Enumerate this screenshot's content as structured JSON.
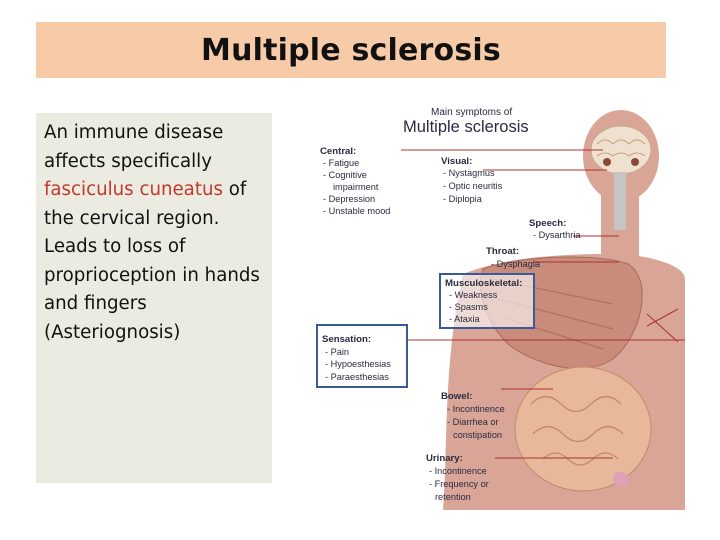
{
  "slide": {
    "title": "Multiple sclerosis",
    "body_part1": "An immune disease affects specifically ",
    "body_highlight": "fasciculus cuneatus",
    "body_part2": " of the cervical region. Leads to loss of proprioception in hands and fingers (Asteriognosis)"
  },
  "figure": {
    "caption_small": "Main symptoms of",
    "caption_large": "Multiple sclerosis",
    "groups": {
      "central": {
        "heading": "Central:",
        "items": [
          "- Fatigue",
          "- Cognitive",
          "impairment",
          "- Depression",
          "- Unstable mood"
        ]
      },
      "visual": {
        "heading": "Visual:",
        "items": [
          "- Nystagmus",
          "- Optic neuritis",
          "- Diplopia"
        ]
      },
      "speech": {
        "heading": "Speech:",
        "items": [
          "- Dysarthria"
        ]
      },
      "throat": {
        "heading": "Throat:",
        "items": [
          "- Dysphagia"
        ]
      },
      "musculoskeletal": {
        "heading": "Musculoskeletal:",
        "items": [
          "- Weakness",
          "- Spasms",
          "- Ataxia"
        ]
      },
      "sensation": {
        "heading": "Sensation:",
        "items": [
          "- Pain",
          "- Hypoesthesias",
          "- Paraesthesias"
        ]
      },
      "bowel": {
        "heading": "Bowel:",
        "items": [
          "- Incontinence",
          "- Diarrhea or",
          "constipation"
        ]
      },
      "urinary": {
        "heading": "Urinary:",
        "items": [
          "- Incontinence",
          "- Frequency or",
          "retention"
        ]
      }
    }
  },
  "colors": {
    "title_bg": "#f8cba8",
    "text_box_bg": "#ecebe1",
    "highlight": "#c0392b",
    "skin": "#d8a597",
    "pointer_line": "#b03030",
    "box_outline": "#3a5a9a"
  }
}
